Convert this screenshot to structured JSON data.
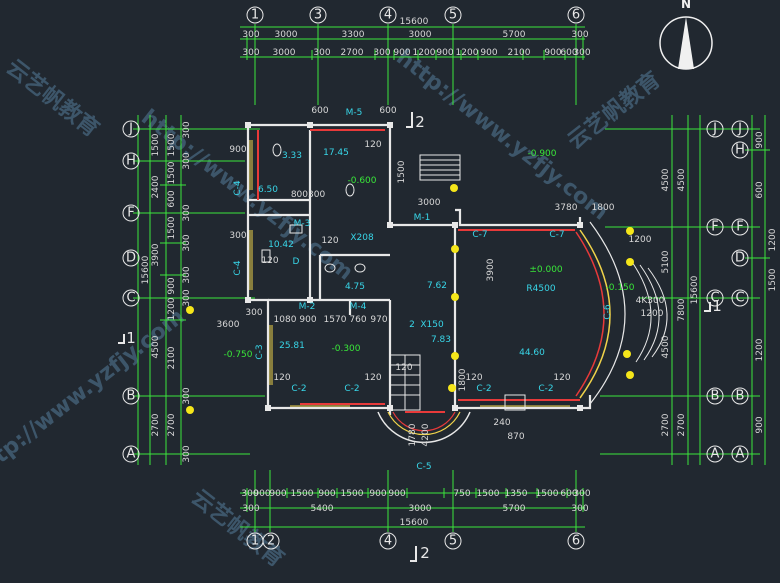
{
  "compass": {
    "label": "N"
  },
  "axes": {
    "top": [
      "1",
      "3",
      "4",
      "5",
      "6"
    ],
    "bottom": [
      "1",
      "2",
      "4",
      "5",
      "6"
    ],
    "left": [
      "J",
      "H",
      "F",
      "D",
      "C",
      "B",
      "A"
    ],
    "right_inner": [
      "J",
      "F",
      "C",
      "B",
      "A"
    ],
    "right_outer": [
      "J",
      "H",
      "F",
      "D",
      "C",
      "B",
      "A"
    ]
  },
  "dims_top": {
    "total": "15600",
    "row1": [
      "300",
      "3000",
      "3300",
      "3000",
      "5700",
      "300"
    ],
    "row2": [
      "300",
      "3000",
      "300",
      "2700",
      "300",
      "900",
      "1200",
      "900",
      "1200",
      "900",
      "2100",
      "900",
      "600",
      "300"
    ]
  },
  "dims_bottom": {
    "total": "15600",
    "row1": [
      "300",
      "900",
      "900",
      "1500",
      "900",
      "1500",
      "900",
      "900",
      "750",
      "1500",
      "1350",
      "1500",
      "600",
      "300"
    ],
    "row2": [
      "300",
      "5400",
      "3000",
      "5700",
      "300"
    ]
  },
  "dims_left": {
    "total": "15600",
    "col1": [
      "1500",
      "2400",
      "3900",
      "4500",
      "2700"
    ],
    "col2": [
      "1500",
      "1500",
      "600",
      "1500",
      "900",
      "1200",
      "2100",
      "2700"
    ],
    "col3": [
      "300",
      "300",
      "300",
      "300",
      "300",
      "300",
      "300",
      "300"
    ]
  },
  "dims_right": {
    "total": "15600",
    "col1": [
      "4500",
      "5100",
      "4500",
      "2700"
    ],
    "col2": [
      "4500",
      "7800",
      "2700"
    ],
    "col3": [
      "900",
      "600",
      "1200",
      "1500",
      "1200",
      "900"
    ]
  },
  "rooms": {
    "r1": "3.33",
    "r2": "17.45",
    "r3": "6.50",
    "r4": "10.42",
    "r5": "4.75",
    "r6": "7.62",
    "r7": "7.83",
    "r8": "25.81",
    "r9": "44.60"
  },
  "levels": {
    "l1": "-0.900",
    "l2": "-0.600",
    "l3": "±0.000",
    "l4": "-0.150",
    "l5": "-0.750",
    "l6": "-0.300"
  },
  "labels": {
    "m5": "M-5",
    "m3": "M-3",
    "m2": "M-2",
    "m4": "M-4",
    "m1": "M-1",
    "c4a": "C-4",
    "c4b": "C-4",
    "c3": "C-3",
    "c2a": "C-2",
    "c2b": "C-2",
    "c2c": "C-2",
    "c2d": "C-2",
    "c5": "C-5",
    "c6": "C-6",
    "c7a": "C-7",
    "c7b": "C-7",
    "x208": "X208",
    "x150": "X150",
    "r4500": "R4500",
    "kk4300": "4K300",
    "d": "D",
    "two": "2",
    "section_mark": "2",
    "section_mark_bottom": "2",
    "section_mark_left": "1",
    "section_mark_right": "1"
  },
  "small_dims": [
    "120",
    "120",
    "120",
    "120",
    "120",
    "120",
    "120",
    "120",
    "600",
    "600",
    "900",
    "300",
    "800300",
    "3000",
    "3780",
    "1800",
    "1200",
    "300",
    "1080",
    "900",
    "1570",
    "760",
    "970",
    "3600",
    "240",
    "870",
    "1780",
    "4200",
    "1800",
    "1500",
    "3900",
    "1200"
  ],
  "watermarks": [
    "http://www.yzfjy.com",
    "云艺帆教育",
    "http://www.yzfjy.com",
    "云艺帆教育",
    "http://www.yzfjy.com",
    "云艺帆教育"
  ]
}
